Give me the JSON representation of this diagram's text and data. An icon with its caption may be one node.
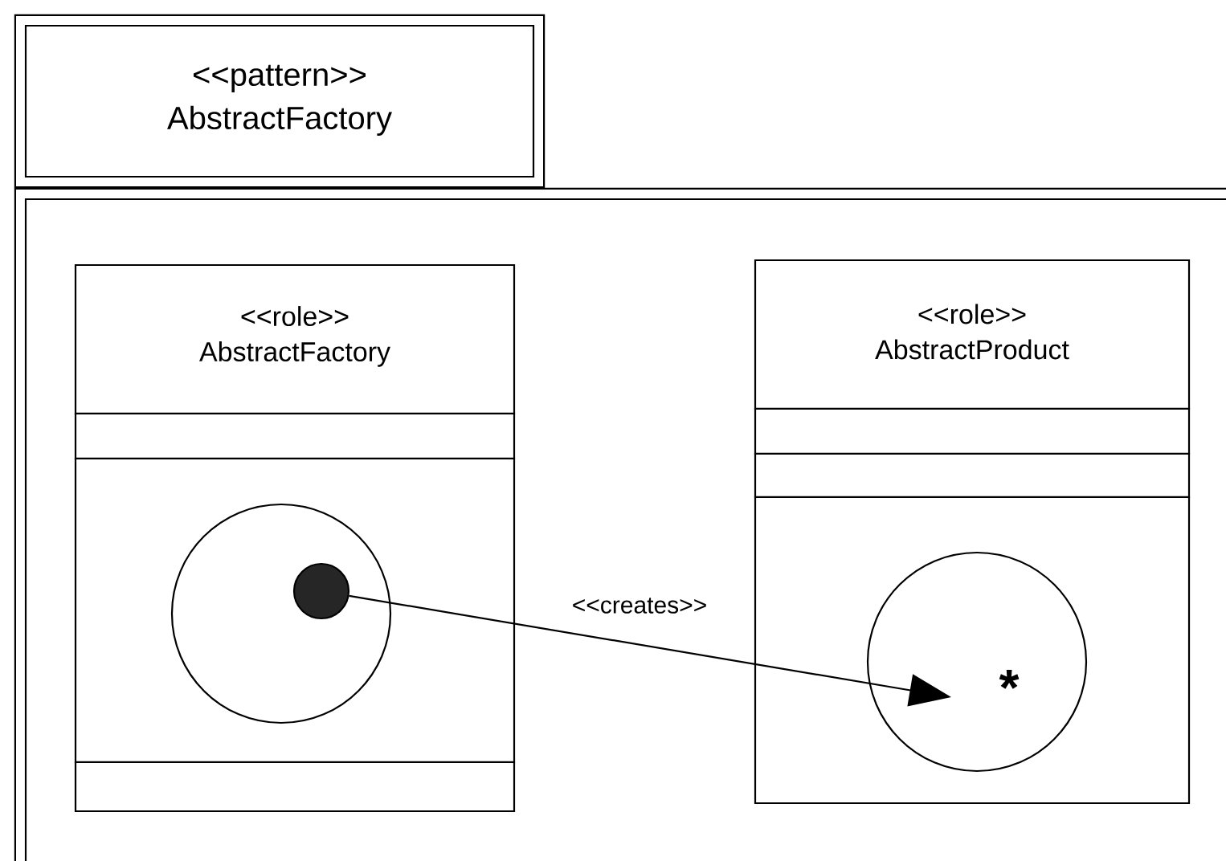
{
  "diagram": {
    "nodes": [
      {
        "text": [
          "<<pattern>>",
          "AbstractFactory"
        ]
      },
      {
        "text": [],
        "shape": "box"
      },
      {
        "text": [
          "<<role>>",
          "AbstractFactory"
        ],
        "in": 1
      },
      {
        "text": [
          "<<role>>",
          "AbstractProduct"
        ],
        "in": 1
      },
      {
        "text": [],
        "shape": "circle",
        "in": 2
      },
      {
        "text": [],
        "shape": "circle",
        "in": 4
      },
      {
        "text": [],
        "shape": "circle",
        "in": 3
      }
    ],
    "edges": [
      {
        "from": 5,
        "to": 6,
        "arrow": "to",
        "label": "<<creates>>"
      }
    ],
    "labels": [
      "*"
    ]
  }
}
